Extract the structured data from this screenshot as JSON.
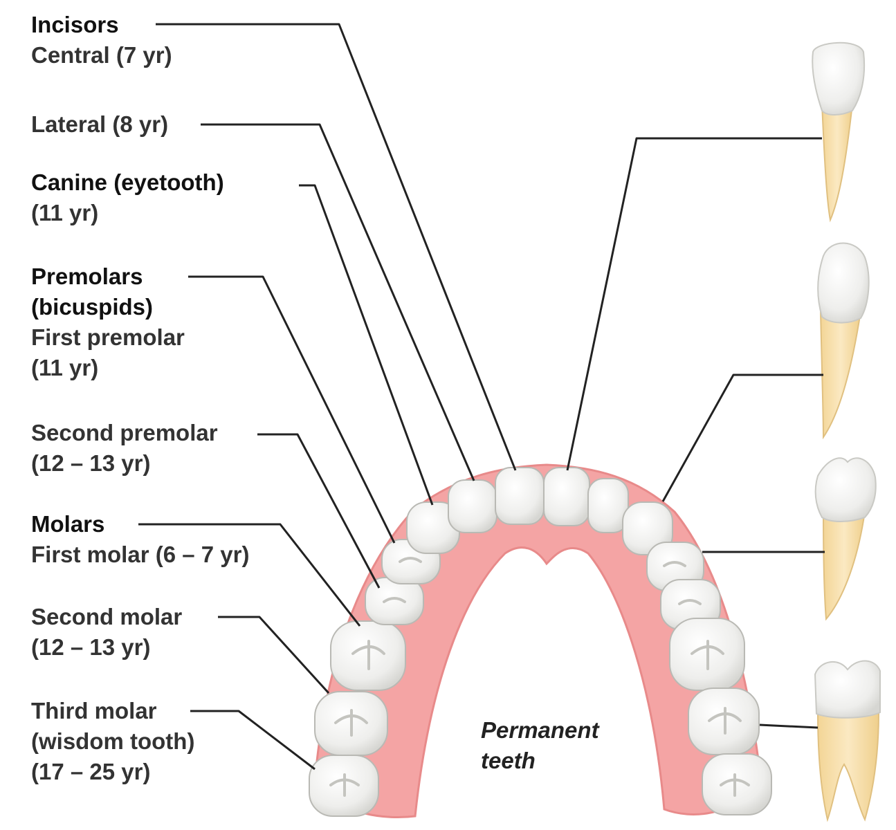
{
  "labels": {
    "incisors": {
      "heading": "Incisors",
      "central": "Central (7 yr)",
      "lateral": "Lateral (8 yr)"
    },
    "canine": {
      "heading": "Canine (eyetooth)",
      "age": "(11 yr)"
    },
    "premolars": {
      "heading_1": "Premolars",
      "heading_2": "(bicuspids)",
      "first_1": "First premolar",
      "first_2": "(11 yr)",
      "second_1": "Second premolar",
      "second_2": "(12 – 13 yr)"
    },
    "molars": {
      "heading": "Molars",
      "first": "First molar (6 – 7 yr)",
      "second_1": "Second molar",
      "second_2": "(12 – 13 yr)",
      "third_1": "Third molar",
      "third_2": "(wisdom tooth)",
      "third_3": "(17 – 25 yr)"
    }
  },
  "caption": {
    "line_1": "Permanent",
    "line_2": "teeth"
  },
  "colors": {
    "gum": "#f4a4a4",
    "gum_edge": "#e88a8a",
    "enamel": "#f4f4f2",
    "root": "#f7dfa8",
    "leader": "#222222"
  }
}
